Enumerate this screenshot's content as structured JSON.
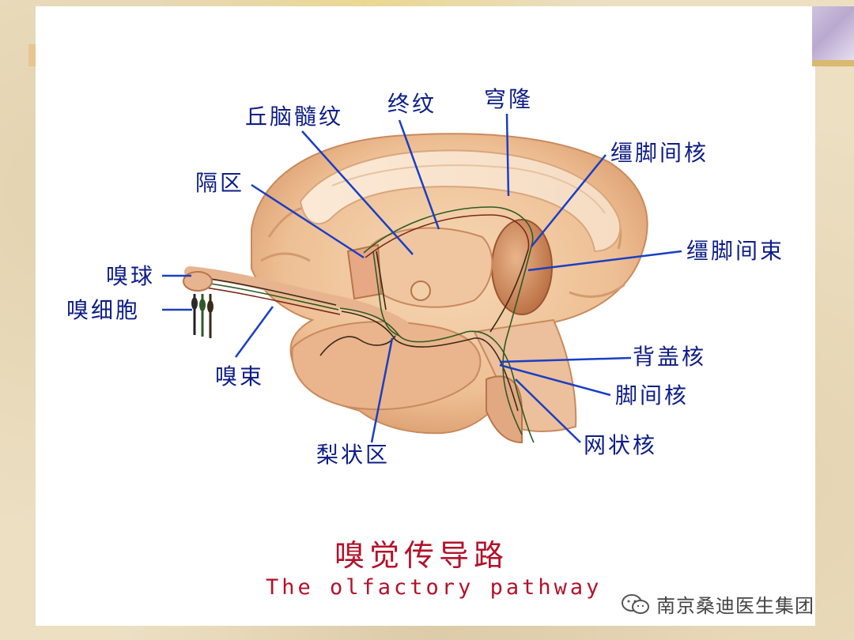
{
  "labels": {
    "thalamic_striae": "丘脑髓纹",
    "stria_terminalis": "终纹",
    "fornix": "穹隆",
    "interpeduncular_nucleus_upper": "缰脚间核",
    "septal_area": "隔区",
    "habenulo_interpeduncular_tract": "缰脚间束",
    "olfactory_bulb": "嗅球",
    "olfactory_cells": "嗅细胞",
    "olfactory_tract": "嗅束",
    "tegmental_nucleus": "背盖核",
    "interpeduncular_nucleus": "脚间核",
    "piriform_area": "梨状区",
    "reticular_nucleus": "网状核"
  },
  "title": {
    "cn": "嗅觉传导路",
    "en": "The olfactory pathway"
  },
  "watermark": "南京桑迪医生集团",
  "colors": {
    "label_blue": "#0e1e86",
    "title_red": "#b3122a",
    "leader_line": "#1a3fc4"
  }
}
